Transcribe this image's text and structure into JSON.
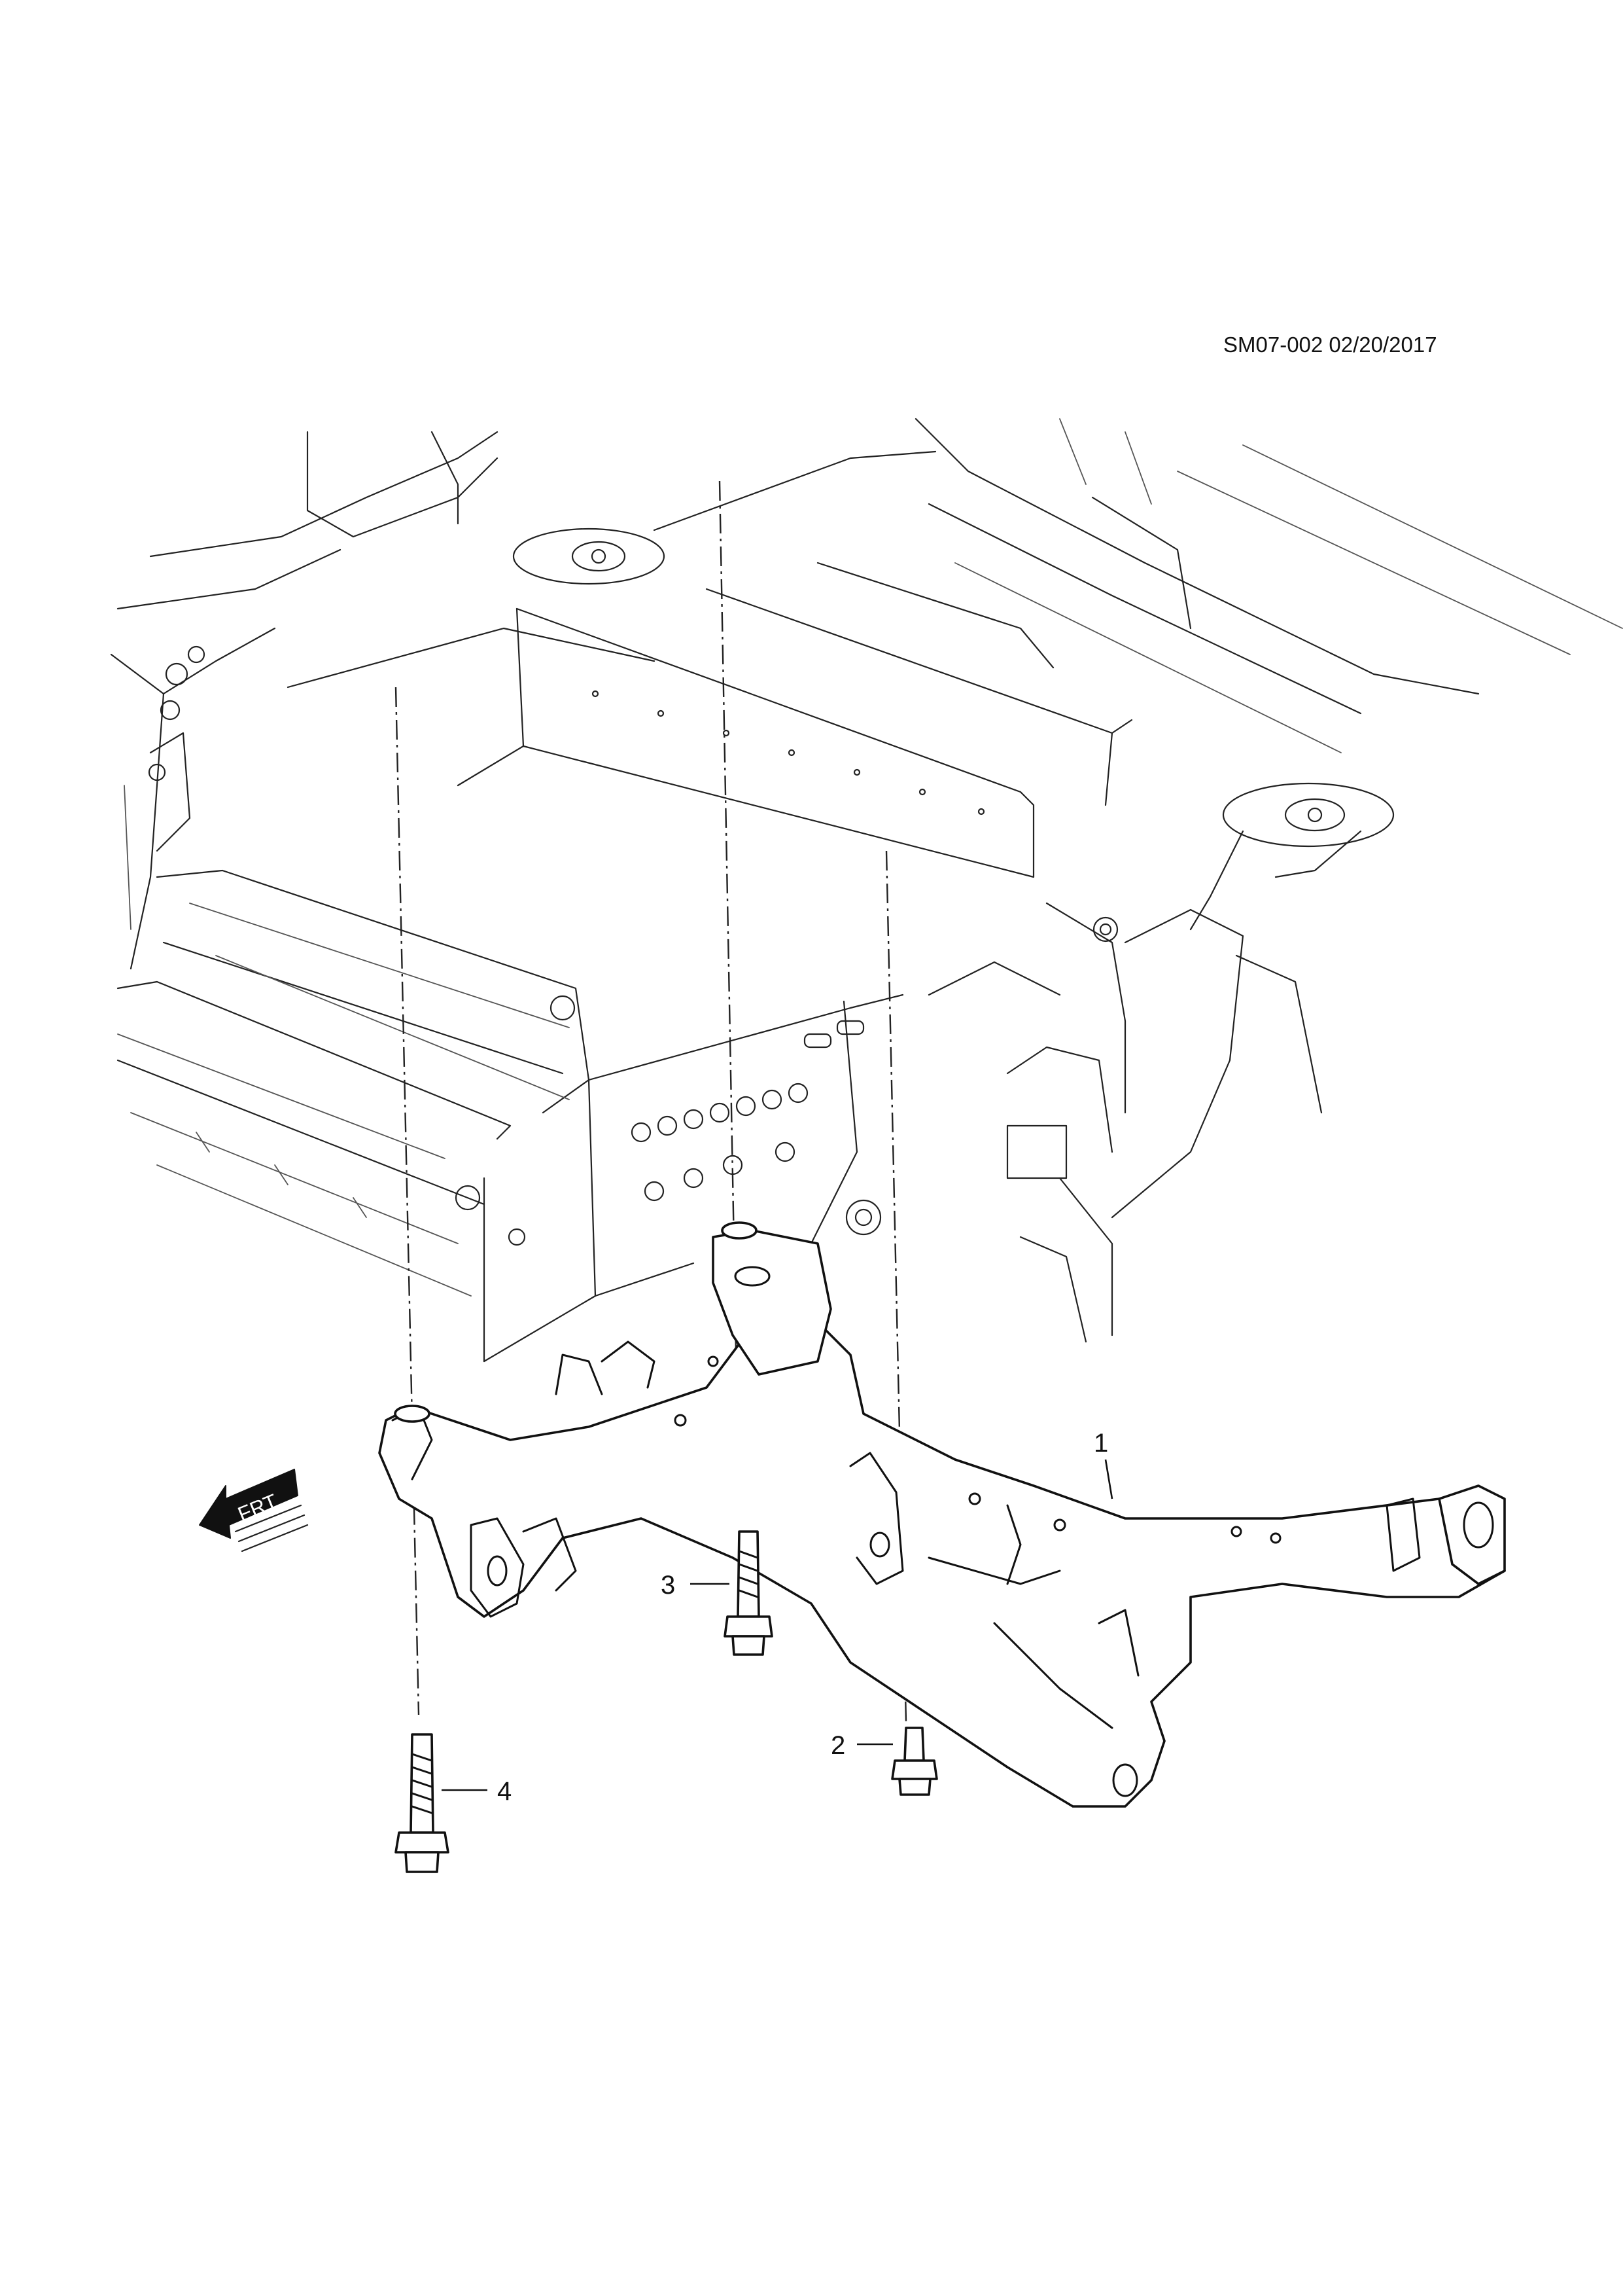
{
  "document": {
    "id": "SM07-002 02/20/2017"
  },
  "direction_indicator": {
    "label": "FRT"
  },
  "callouts": [
    {
      "number": "1",
      "part": "rear-subframe"
    },
    {
      "number": "2",
      "part": "bolt"
    },
    {
      "number": "3",
      "part": "bolt"
    },
    {
      "number": "4",
      "part": "bolt"
    }
  ],
  "colors": {
    "line": "#111111",
    "background": "#ffffff"
  }
}
